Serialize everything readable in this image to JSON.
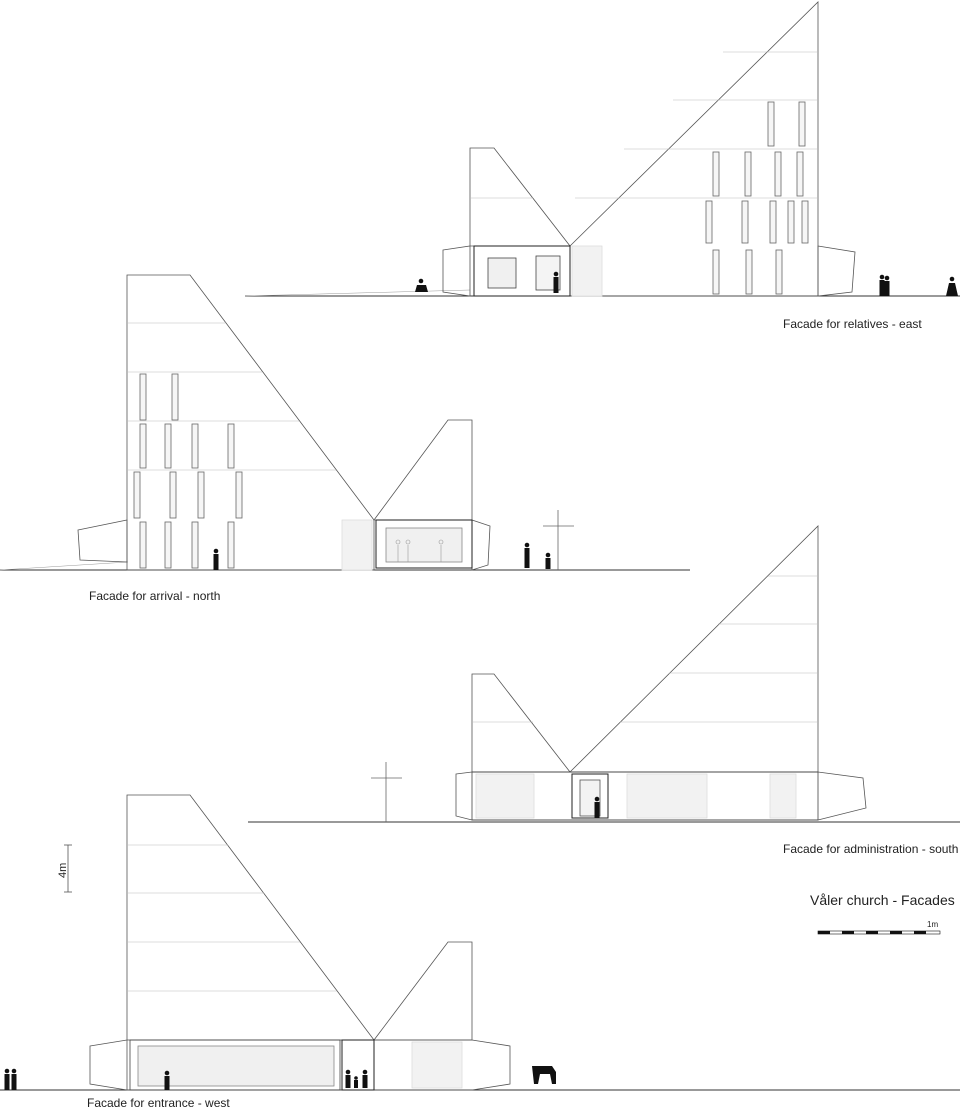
{
  "labels": {
    "east": "Facade for relatives - east",
    "north": "Facade for arrival - north",
    "south": "Facade for administration - south",
    "west": "Facade for entrance - west"
  },
  "title": "Våler church - Facades",
  "scale_bar": {
    "label": "1m"
  },
  "height_marker": {
    "label": "4m"
  },
  "colors": {
    "line": "#555555",
    "figure": "#111111",
    "glass": "#eeeeee",
    "ground": "#333333"
  }
}
